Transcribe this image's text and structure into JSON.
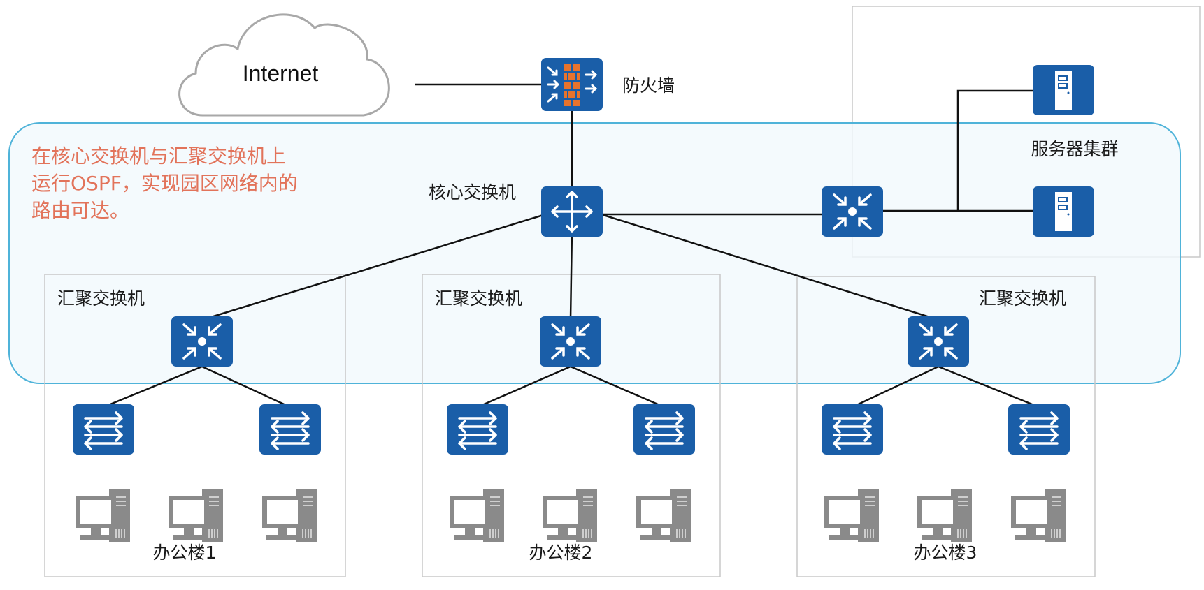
{
  "cloud": {
    "label": "Internet"
  },
  "firewall": {
    "label": "防火墙"
  },
  "core": {
    "label": "核心交换机"
  },
  "servers": {
    "label": "服务器集群"
  },
  "annotation": {
    "lines": [
      "在核心交换机与汇聚交换机上",
      "运行OSPF，实现园区网络内的",
      "路由可达。"
    ]
  },
  "buildings": [
    {
      "label": "办公楼1",
      "agg_label": "汇聚交换机"
    },
    {
      "label": "办公楼2",
      "agg_label": "汇聚交换机"
    },
    {
      "label": "办公楼3",
      "agg_label": "汇聚交换机"
    }
  ],
  "colors": {
    "device_blue": "#1a5ea8",
    "ospf_area_border": "#4fb3d9",
    "ospf_area_fill": "#f1f9fd",
    "annotation": "#e2735a",
    "firewall_brick": "#e8732c",
    "pc_gray": "#8a8a8a"
  }
}
